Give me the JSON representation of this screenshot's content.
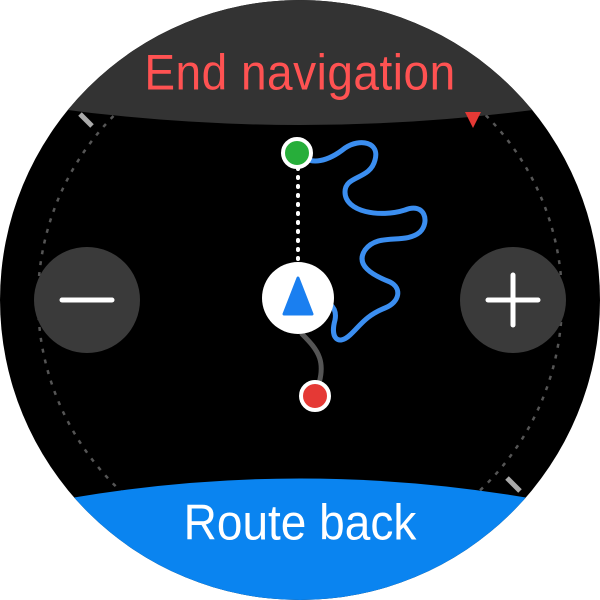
{
  "screen": {
    "end_navigation_label": "End navigation",
    "route_back_label": "Route back"
  },
  "controls": {
    "zoom_out_icon": "minus-icon",
    "zoom_in_icon": "plus-icon"
  },
  "map": {
    "start_marker_icon": "green-start-dot",
    "end_marker_icon": "red-end-dot",
    "position_icon": "blue-arrow-up-icon",
    "north_indicator_icon": "red-triangle-icon"
  },
  "colors": {
    "background": "#000000",
    "band_dark": "#333333",
    "end_navigation_text": "#ff5252",
    "route_back_band": "#0a84f0",
    "route_line": "#3b8ef0",
    "start_marker": "#27ae3a",
    "end_marker": "#e53935",
    "zoom_button": "#3a3a3a"
  }
}
